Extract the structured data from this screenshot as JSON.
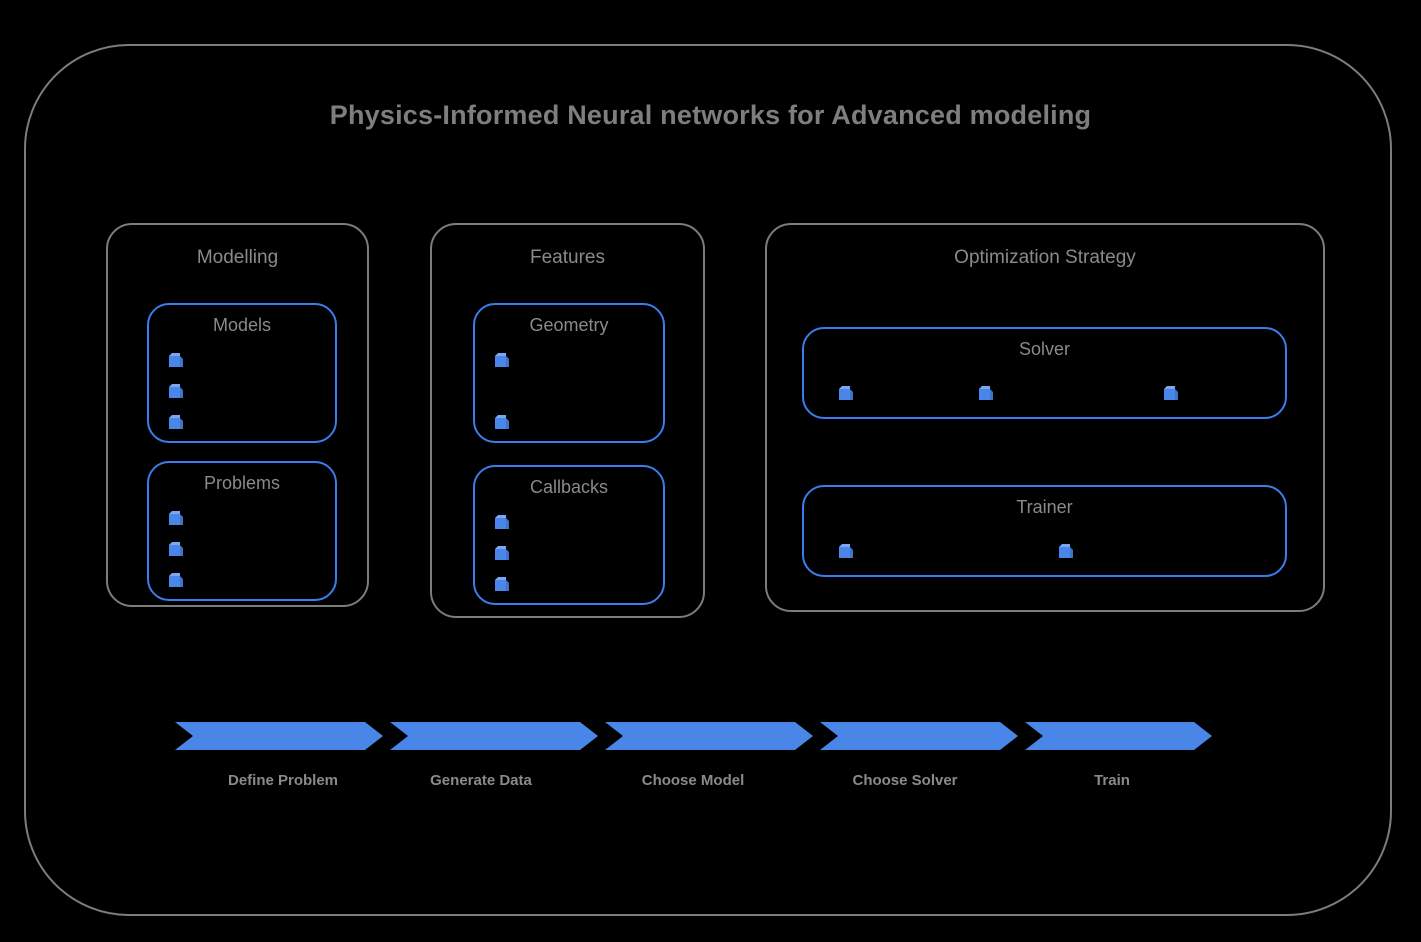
{
  "title": "Physics-Informed Neural networks for Advanced modeling",
  "colors": {
    "background": "#000000",
    "outline_gray": "#7c7c7c",
    "text_gray": "#8a8a8a",
    "accent_blue": "#3b7ded",
    "cube_blue": "#4a86e8",
    "arrow_blue": "#4a86e8"
  },
  "groups": [
    {
      "id": "modelling",
      "title": "Modelling",
      "boxes": [
        {
          "id": "models",
          "title": "Models",
          "bullet_count": 3,
          "bullet_slots": [
            0,
            1,
            2
          ],
          "layout": "vertical"
        },
        {
          "id": "problems",
          "title": "Problems",
          "bullet_count": 3,
          "bullet_slots": [
            0,
            1,
            2
          ],
          "layout": "vertical"
        }
      ]
    },
    {
      "id": "features",
      "title": "Features",
      "boxes": [
        {
          "id": "geometry",
          "title": "Geometry",
          "bullet_count": 2,
          "bullet_slots": [
            0,
            2
          ],
          "layout": "vertical"
        },
        {
          "id": "callbacks",
          "title": "Callbacks",
          "bullet_count": 3,
          "bullet_slots": [
            0,
            1,
            2
          ],
          "layout": "vertical"
        }
      ]
    },
    {
      "id": "optimization",
      "title": "Optimization Strategy",
      "boxes": [
        {
          "id": "solver",
          "title": "Solver",
          "bullet_count": 3,
          "bullet_x": [
            35,
            175,
            360
          ],
          "layout": "horizontal"
        },
        {
          "id": "trainer",
          "title": "Trainer",
          "bullet_count": 2,
          "bullet_x": [
            35,
            255
          ],
          "layout": "horizontal"
        }
      ]
    }
  ],
  "pipeline": {
    "steps": [
      {
        "label": "Define Problem"
      },
      {
        "label": "Generate Data"
      },
      {
        "label": "Choose Model"
      },
      {
        "label": "Choose Solver"
      },
      {
        "label": "Train"
      }
    ]
  }
}
